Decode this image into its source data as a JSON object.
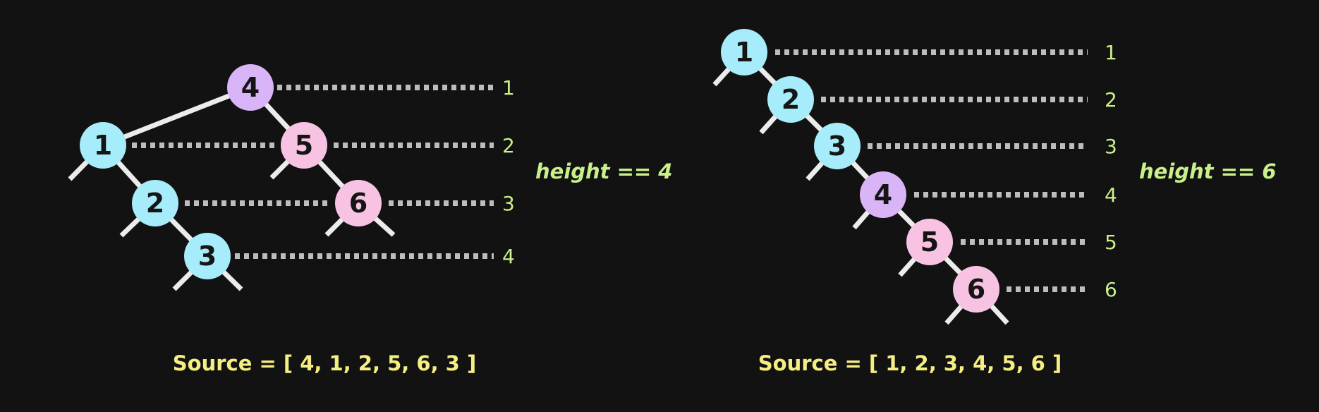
{
  "colors": {
    "background": "#121212",
    "edge": "#ececec",
    "dots": "#bdbdbd",
    "level_text": "#c9f08a",
    "source_text": "#f5ef82",
    "node_blue": "#a6ecfb",
    "node_purple": "#d9b5f7",
    "node_pink": "#f8c3e2"
  },
  "trees": [
    {
      "nodes": [
        {
          "id": "n4",
          "label": "4",
          "color": "purple"
        },
        {
          "id": "n1",
          "label": "1",
          "color": "blue"
        },
        {
          "id": "n5",
          "label": "5",
          "color": "pink"
        },
        {
          "id": "n2",
          "label": "2",
          "color": "blue"
        },
        {
          "id": "n6",
          "label": "6",
          "color": "pink"
        },
        {
          "id": "n3",
          "label": "3",
          "color": "blue"
        }
      ],
      "level_labels": [
        "1",
        "2",
        "3",
        "4"
      ],
      "height_label": "height == 4",
      "source_label": "Source = [ 4, 1, 2, 5, 6, 3 ]"
    },
    {
      "nodes": [
        {
          "id": "m1",
          "label": "1",
          "color": "blue"
        },
        {
          "id": "m2",
          "label": "2",
          "color": "blue"
        },
        {
          "id": "m3",
          "label": "3",
          "color": "blue"
        },
        {
          "id": "m4",
          "label": "4",
          "color": "purple"
        },
        {
          "id": "m5",
          "label": "5",
          "color": "pink"
        },
        {
          "id": "m6",
          "label": "6",
          "color": "pink"
        }
      ],
      "level_labels": [
        "1",
        "2",
        "3",
        "4",
        "5",
        "6"
      ],
      "height_label": "height == 6",
      "source_label": "Source = [ 1, 2, 3, 4, 5, 6 ]"
    }
  ]
}
